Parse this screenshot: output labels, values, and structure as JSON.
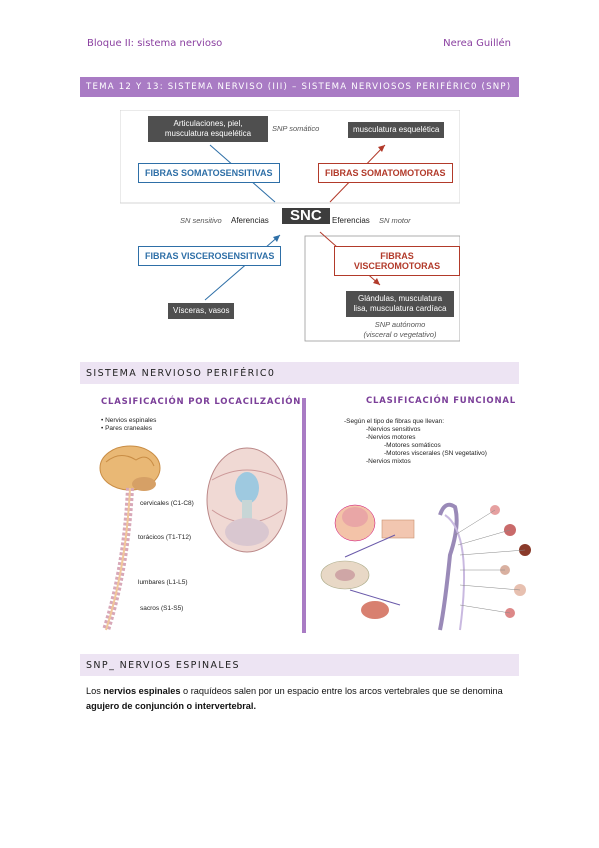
{
  "header": {
    "left": "Bloque II: sistema nervioso",
    "right": "Nerea Guillén"
  },
  "title_band": "TEMA 12 Y 13: SISTEMA NERVISO (III) – SISTEMA NERVIOSOS PERIFÉRIC0 (SNP)",
  "diagram": {
    "top_left_box": [
      "Articulaciones, piel,",
      "musculatura esquelética"
    ],
    "snp_somatico": "SNP somático",
    "top_right_box": "musculatura esquelética",
    "fibras_somatosensitivas": "FIBRAS SOMATOSENSITIVAS",
    "fibras_somatomotoras": "FIBRAS SOMATOMOTORAS",
    "sn_sensitivo": "SN sensitivo",
    "aferencias": "Aferencias",
    "snc": "SNC",
    "eferencias": "Eferencias",
    "sn_motor": "SN motor",
    "fibras_viscerosensitivas": "FIBRAS VISCEROSENSITIVAS",
    "fibras_visceromotoras": "FIBRAS VISCEROMOTORAS",
    "bottom_left_box": "Vísceras, vasos",
    "bottom_right_box": [
      "Glándulas, musculatura",
      "lisa, musculatura cardíaca"
    ],
    "snp_autonomo": [
      "SNP autónomo",
      "(visceral o vegetativo)"
    ]
  },
  "section1": "SISTEMA NERVIOSO PERIFÉRIC0",
  "left_col": {
    "title": "CLASIFICACIÓN POR LOCACILZACIÓN",
    "bullets": [
      "• Nervios espinales",
      "• Pares craneales"
    ],
    "spine_labels": [
      "cervicales (C1-C8)",
      "torácicos (T1-T12)",
      "lumbares (L1-L5)",
      "sacros (S1-S5)"
    ]
  },
  "right_col": {
    "title": "CLASIFICACIÓN FUNCIONAL",
    "lines": [
      "-Según el tipo de fibras que llevan:",
      "-Nervios sensitivos",
      "-Nervios motores",
      "-Motores somáticos",
      "-Motores viscerales (SN vegetativo)",
      "-Nervios mixtos"
    ]
  },
  "section2": "SNP_ NERVIOS ESPINALES",
  "paragraph": {
    "p1": "Los ",
    "b1": "nervios espinales",
    "p2": " o raquídeos salen por un espacio entre los arcos vertebrales que se denomina ",
    "b2": "agujero de conjunción o intervertebral."
  },
  "colors": {
    "accent": "#a97bc4",
    "band_light": "#ede4f3",
    "blue": "#2e6fa7",
    "red": "#b23a2a"
  }
}
